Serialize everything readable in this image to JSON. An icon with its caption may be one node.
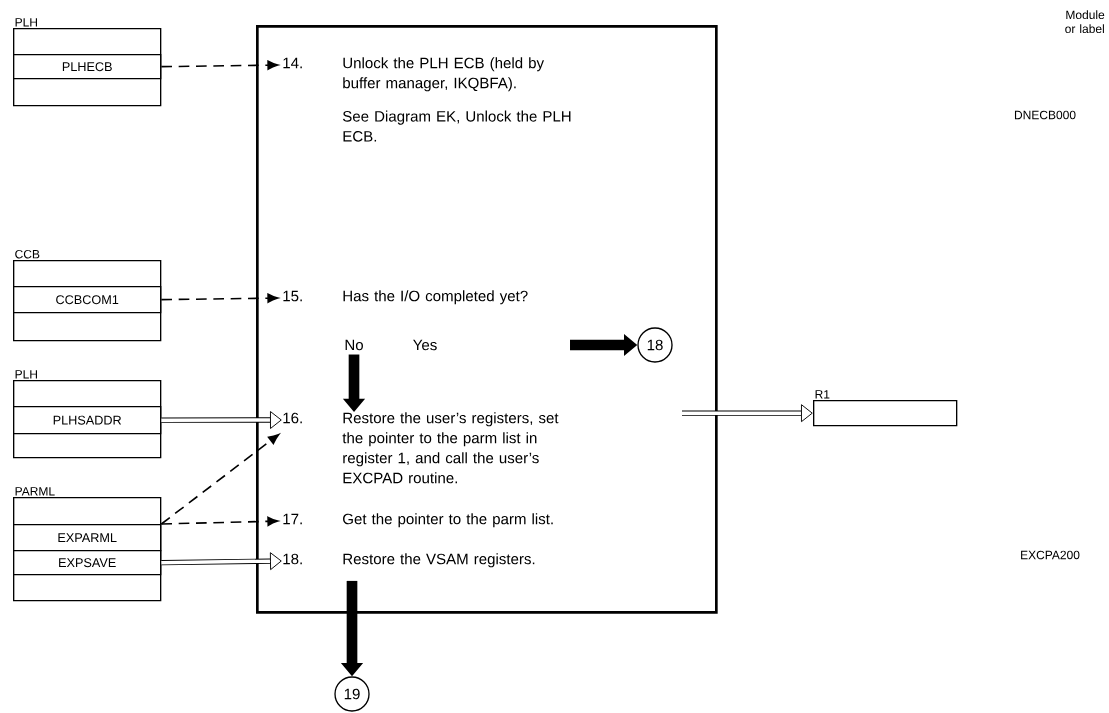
{
  "diagram": {
    "nodes": [
      {
        "text": [
          "PLH"
        ]
      },
      {
        "text": [
          "PLHECB"
        ],
        "in": 0
      },
      {
        "text": [
          "CCB"
        ]
      },
      {
        "text": [
          "CCBCOM1"
        ],
        "in": 2
      },
      {
        "text": [
          "PLH"
        ]
      },
      {
        "text": [
          "PLHSADDR"
        ],
        "in": 4
      },
      {
        "text": [
          "PARML"
        ]
      },
      {
        "text": [
          "EXPARML"
        ],
        "in": 6
      },
      {
        "text": [
          "EXPSAVE"
        ],
        "in": 6
      },
      {
        "text": [],
        "shape": "box"
      },
      {
        "text": [
          "14.",
          "Unlock the PLH ECB (held by buffer manager, IKQBFA).",
          "See Diagram EK, Unlock the PLH ECB."
        ],
        "in": 9
      },
      {
        "text": [
          "15.",
          "Has the I/O completed yet?"
        ],
        "in": 9
      },
      {
        "text": [
          "No"
        ],
        "in": 9
      },
      {
        "text": [
          "Yes"
        ],
        "in": 9
      },
      {
        "text": [
          "18"
        ],
        "in": 9
      },
      {
        "text": [
          "16.",
          "Restore the user’s registers, set the pointer to the parm list in register 1, and call the user’s EXCPAD routine."
        ],
        "in": 9
      },
      {
        "text": [
          "17.",
          "Get the pointer to the parm list."
        ],
        "in": 9
      },
      {
        "text": [
          "18.",
          "Restore the VSAM registers."
        ],
        "in": 9
      },
      {
        "text": [
          "19"
        ]
      },
      {
        "text": [
          "R1"
        ]
      }
    ],
    "edges": [
      {
        "from": 1,
        "to": 10,
        "arrow": "to",
        "style": "dashed"
      },
      {
        "from": 3,
        "to": 11,
        "arrow": "to",
        "style": "dashed"
      },
      {
        "from": 12,
        "to": 15,
        "arrow": "to",
        "style": "thick"
      },
      {
        "from": null,
        "to": 14,
        "arrow": "to",
        "style": "thick"
      },
      {
        "from": 5,
        "to": 15,
        "arrow": "to"
      },
      {
        "from": 7,
        "to": 15,
        "arrow": "to",
        "style": "dashed"
      },
      {
        "from": 7,
        "to": 16,
        "arrow": "to",
        "style": "dashed"
      },
      {
        "from": 8,
        "to": 17,
        "arrow": "to"
      },
      {
        "from": null,
        "to": 19,
        "arrow": "to"
      },
      {
        "from": 17,
        "to": 18,
        "arrow": "to",
        "style": "thick"
      }
    ],
    "labels": [
      "Module or label",
      "DNECB000",
      "EXCPA200"
    ]
  }
}
